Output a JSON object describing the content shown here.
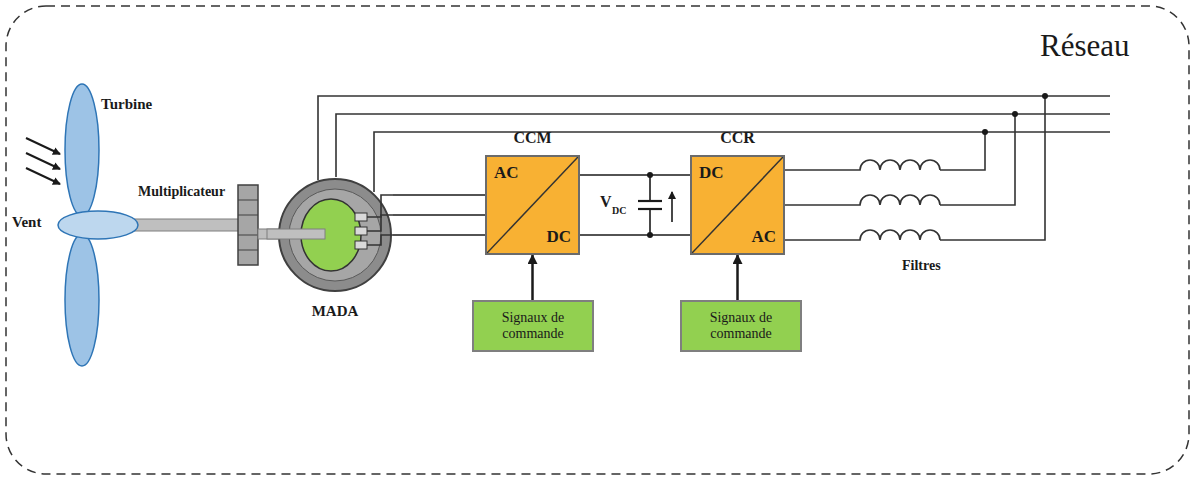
{
  "diagram": {
    "nodes": [
      {
        "text": [
          "MADA"
        ]
      },
      {
        "text": [
          "CCM",
          "AC",
          "DC"
        ]
      },
      {
        "text": [
          "CCR",
          "DC",
          "AC"
        ]
      },
      {
        "text": [
          "Signaux de commande"
        ]
      },
      {
        "text": [
          "Signaux de commande"
        ]
      }
    ],
    "edges": [
      {
        "from": 0,
        "to": 1,
        "arrow": "none"
      },
      {
        "from": 1,
        "to": 2,
        "arrow": "none"
      },
      {
        "from": 3,
        "to": 1,
        "arrow": "to"
      },
      {
        "from": 4,
        "to": 2,
        "arrow": "to"
      }
    ],
    "labels": [
      "Réseau",
      "Turbine",
      "Vent",
      "Multiplicateur",
      "V",
      "DC",
      "Filtres"
    ]
  }
}
